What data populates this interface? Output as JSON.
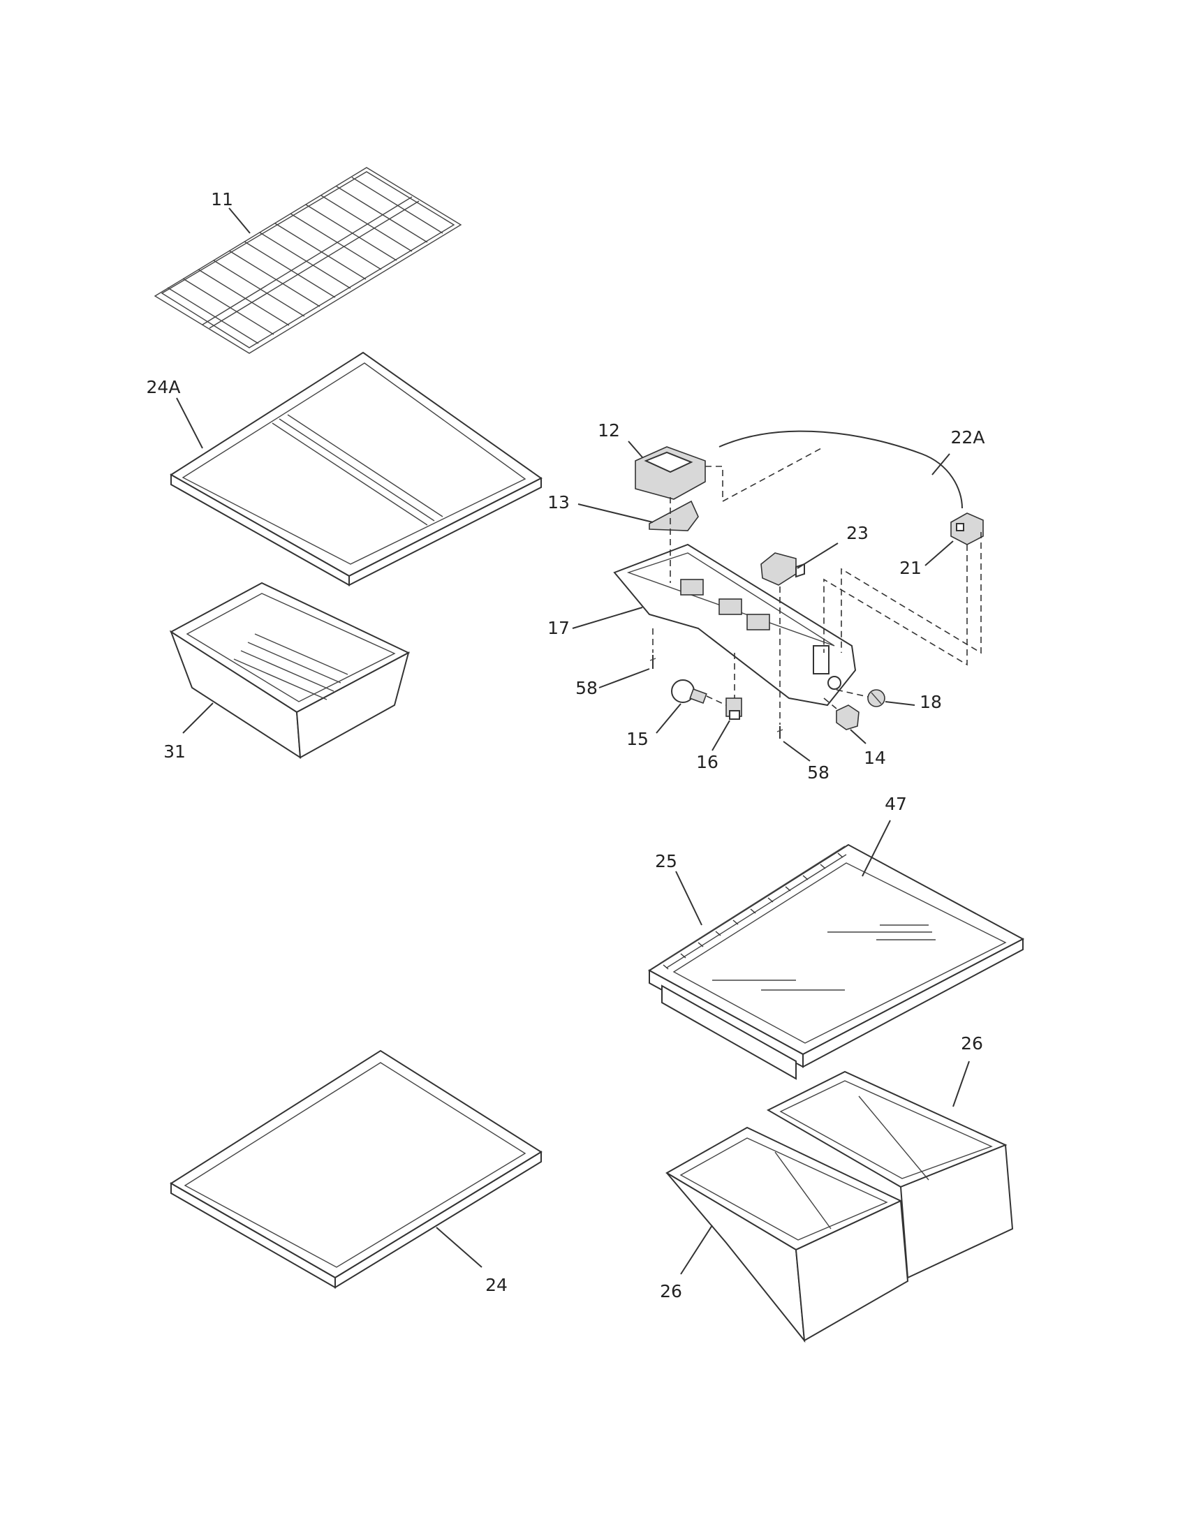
{
  "diagram": {
    "callouts": {
      "p11": "11",
      "p24a": "24A",
      "p31": "31",
      "p12": "12",
      "p13": "13",
      "p17": "17",
      "p58a": "58",
      "p15": "15",
      "p16": "16",
      "p58b": "58",
      "p23": "23",
      "p22a": "22A",
      "p21": "21",
      "p18": "18",
      "p14": "14",
      "p47": "47",
      "p25": "25",
      "p26a": "26",
      "p26b": "26",
      "p24": "24"
    }
  }
}
